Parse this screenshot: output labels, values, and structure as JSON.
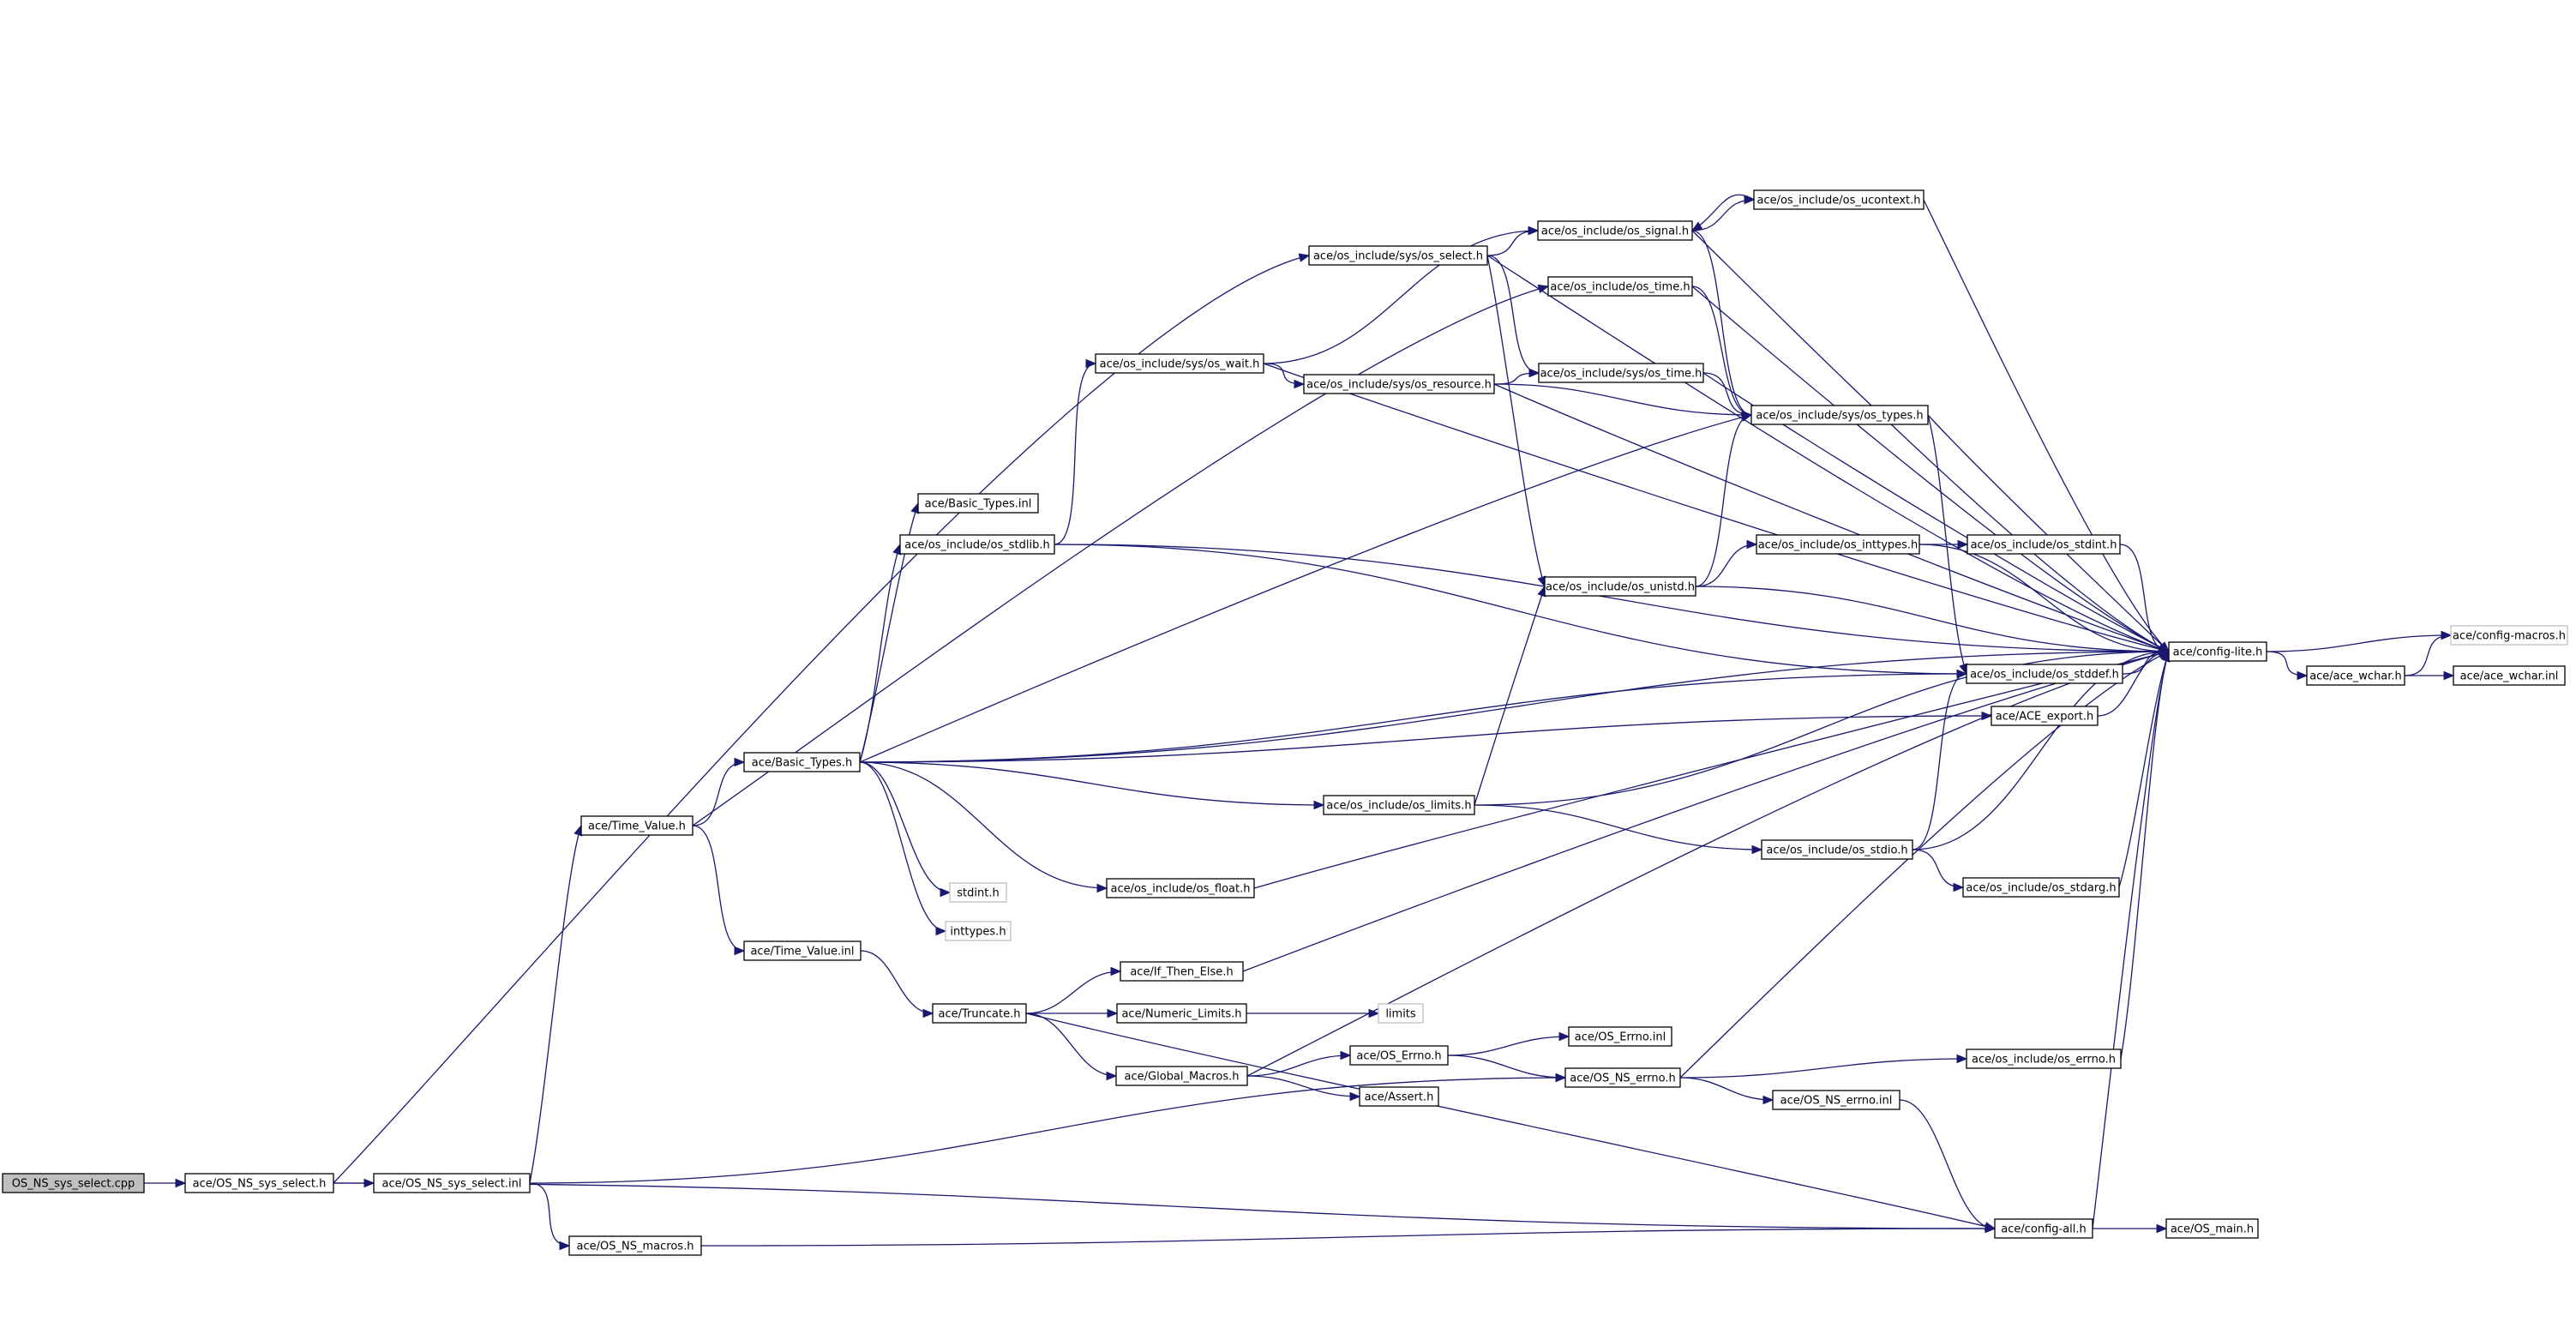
{
  "diagram": {
    "type": "include-dependency-graph",
    "colors": {
      "edge": "#191970",
      "root_fill": "#bfbfbf",
      "node_fill": "#ffffff",
      "node_border": "#000000",
      "external_border": "#bfbfbf"
    },
    "nodes": [
      {
        "id": "os_ns_sys_select_cpp",
        "label": "OS_NS_sys_select.cpp",
        "kind": "root"
      },
      {
        "id": "os_ns_sys_select_h",
        "label": "ace/OS_NS_sys_select.h",
        "kind": "normal"
      },
      {
        "id": "os_ns_sys_select_inl",
        "label": "ace/OS_NS_sys_select.inl",
        "kind": "normal"
      },
      {
        "id": "os_ns_macros_h",
        "label": "ace/OS_NS_macros.h",
        "kind": "normal"
      },
      {
        "id": "time_value_h",
        "label": "ace/Time_Value.h",
        "kind": "normal"
      },
      {
        "id": "basic_types_h",
        "label": "ace/Basic_Types.h",
        "kind": "normal"
      },
      {
        "id": "time_value_inl",
        "label": "ace/Time_Value.inl",
        "kind": "normal"
      },
      {
        "id": "truncate_h",
        "label": "ace/Truncate.h",
        "kind": "normal"
      },
      {
        "id": "basic_types_inl",
        "label": "ace/Basic_Types.inl",
        "kind": "normal"
      },
      {
        "id": "os_stdlib_h",
        "label": "ace/os_include/os_stdlib.h",
        "kind": "normal"
      },
      {
        "id": "stdint_h",
        "label": "stdint.h",
        "kind": "external"
      },
      {
        "id": "inttypes_h",
        "label": "inttypes.h",
        "kind": "external"
      },
      {
        "id": "os_wait_h",
        "label": "ace/os_include/sys/os_wait.h",
        "kind": "normal"
      },
      {
        "id": "os_select_h",
        "label": "ace/os_include/sys/os_select.h",
        "kind": "normal"
      },
      {
        "id": "os_resource_h",
        "label": "ace/os_include/sys/os_resource.h",
        "kind": "normal"
      },
      {
        "id": "os_float_h",
        "label": "ace/os_include/os_float.h",
        "kind": "normal"
      },
      {
        "id": "os_limits_h",
        "label": "ace/os_include/os_limits.h",
        "kind": "normal"
      },
      {
        "id": "if_then_else_h",
        "label": "ace/If_Then_Else.h",
        "kind": "normal"
      },
      {
        "id": "numeric_limits_h",
        "label": "ace/Numeric_Limits.h",
        "kind": "normal"
      },
      {
        "id": "global_macros_h",
        "label": "ace/Global_Macros.h",
        "kind": "normal"
      },
      {
        "id": "limits",
        "label": "limits",
        "kind": "external"
      },
      {
        "id": "os_errno_h",
        "label": "ace/OS_Errno.h",
        "kind": "normal"
      },
      {
        "id": "assert_h",
        "label": "ace/Assert.h",
        "kind": "normal"
      },
      {
        "id": "os_signal_h",
        "label": "ace/os_include/os_signal.h",
        "kind": "normal"
      },
      {
        "id": "os_time_h",
        "label": "ace/os_include/os_time.h",
        "kind": "normal"
      },
      {
        "id": "sys_os_time_h",
        "label": "ace/os_include/sys/os_time.h",
        "kind": "normal"
      },
      {
        "id": "os_unistd_h",
        "label": "ace/os_include/os_unistd.h",
        "kind": "normal"
      },
      {
        "id": "os_errno_inl",
        "label": "ace/OS_Errno.inl",
        "kind": "normal"
      },
      {
        "id": "os_ns_errno_h",
        "label": "ace/OS_NS_errno.h",
        "kind": "normal"
      },
      {
        "id": "os_ucontext_h",
        "label": "ace/os_include/os_ucontext.h",
        "kind": "normal"
      },
      {
        "id": "os_types_h",
        "label": "ace/os_include/sys/os_types.h",
        "kind": "normal"
      },
      {
        "id": "os_inttypes_h",
        "label": "ace/os_include/os_inttypes.h",
        "kind": "normal"
      },
      {
        "id": "os_stdio_h",
        "label": "ace/os_include/os_stdio.h",
        "kind": "normal"
      },
      {
        "id": "os_ns_errno_inl",
        "label": "ace/OS_NS_errno.inl",
        "kind": "normal"
      },
      {
        "id": "os_stdint_h",
        "label": "ace/os_include/os_stdint.h",
        "kind": "normal"
      },
      {
        "id": "os_stddef_h",
        "label": "ace/os_include/os_stddef.h",
        "kind": "normal"
      },
      {
        "id": "ace_export_h",
        "label": "ace/ACE_export.h",
        "kind": "normal"
      },
      {
        "id": "os_stdarg_h",
        "label": "ace/os_include/os_stdarg.h",
        "kind": "normal"
      },
      {
        "id": "os_include_errno_h",
        "label": "ace/os_include/os_errno.h",
        "kind": "normal"
      },
      {
        "id": "config_all_h",
        "label": "ace/config-all.h",
        "kind": "normal"
      },
      {
        "id": "config_lite_h",
        "label": "ace/config-lite.h",
        "kind": "normal"
      },
      {
        "id": "os_main_h",
        "label": "ace/OS_main.h",
        "kind": "normal"
      },
      {
        "id": "config_macros_h",
        "label": "ace/config-macros.h",
        "kind": "external"
      },
      {
        "id": "ace_wchar_h",
        "label": "ace/ace_wchar.h",
        "kind": "normal"
      },
      {
        "id": "ace_wchar_inl",
        "label": "ace/ace_wchar.inl",
        "kind": "normal"
      }
    ],
    "edges": [
      [
        "os_ns_sys_select_cpp",
        "os_ns_sys_select_h"
      ],
      [
        "os_ns_sys_select_h",
        "os_ns_sys_select_inl"
      ],
      [
        "os_ns_sys_select_h",
        "os_select_h"
      ],
      [
        "os_ns_sys_select_h",
        "config_all_h"
      ],
      [
        "os_ns_sys_select_inl",
        "time_value_h"
      ],
      [
        "os_ns_sys_select_inl",
        "os_ns_macros_h"
      ],
      [
        "os_ns_sys_select_inl",
        "os_ns_errno_h"
      ],
      [
        "os_ns_macros_h",
        "config_all_h"
      ],
      [
        "time_value_h",
        "basic_types_h"
      ],
      [
        "time_value_h",
        "time_value_inl"
      ],
      [
        "time_value_h",
        "os_time_h"
      ],
      [
        "time_value_inl",
        "truncate_h"
      ],
      [
        "basic_types_h",
        "basic_types_inl"
      ],
      [
        "basic_types_h",
        "os_stdlib_h"
      ],
      [
        "basic_types_h",
        "os_types_h"
      ],
      [
        "basic_types_h",
        "os_stddef_h"
      ],
      [
        "basic_types_h",
        "ace_export_h"
      ],
      [
        "basic_types_h",
        "config_lite_h"
      ],
      [
        "basic_types_h",
        "os_limits_h"
      ],
      [
        "basic_types_h",
        "os_float_h"
      ],
      [
        "basic_types_h",
        "stdint_h"
      ],
      [
        "basic_types_h",
        "inttypes_h"
      ],
      [
        "os_stdlib_h",
        "os_wait_h"
      ],
      [
        "os_stdlib_h",
        "config_lite_h"
      ],
      [
        "os_stdlib_h",
        "os_stddef_h"
      ],
      [
        "os_wait_h",
        "os_signal_h"
      ],
      [
        "os_wait_h",
        "os_resource_h"
      ],
      [
        "os_wait_h",
        "config_lite_h"
      ],
      [
        "os_select_h",
        "os_signal_h"
      ],
      [
        "os_select_h",
        "sys_os_time_h"
      ],
      [
        "os_select_h",
        "os_unistd_h"
      ],
      [
        "os_select_h",
        "config_lite_h"
      ],
      [
        "os_resource_h",
        "sys_os_time_h"
      ],
      [
        "os_resource_h",
        "os_types_h"
      ],
      [
        "os_resource_h",
        "config_lite_h"
      ],
      [
        "os_signal_h",
        "os_ucontext_h"
      ],
      [
        "os_signal_h",
        "os_types_h"
      ],
      [
        "os_signal_h",
        "config_lite_h"
      ],
      [
        "os_ucontext_h",
        "os_signal_h"
      ],
      [
        "os_ucontext_h",
        "config_lite_h"
      ],
      [
        "os_time_h",
        "os_types_h"
      ],
      [
        "os_time_h",
        "config_lite_h"
      ],
      [
        "sys_os_time_h",
        "os_types_h"
      ],
      [
        "sys_os_time_h",
        "config_lite_h"
      ],
      [
        "os_types_h",
        "config_lite_h"
      ],
      [
        "os_types_h",
        "os_stddef_h"
      ],
      [
        "os_unistd_h",
        "os_types_h"
      ],
      [
        "os_unistd_h",
        "os_inttypes_h"
      ],
      [
        "os_unistd_h",
        "config_lite_h"
      ],
      [
        "os_inttypes_h",
        "os_stdint_h"
      ],
      [
        "os_inttypes_h",
        "config_lite_h"
      ],
      [
        "os_stdint_h",
        "config_lite_h"
      ],
      [
        "os_stddef_h",
        "config_lite_h"
      ],
      [
        "ace_export_h",
        "config_lite_h"
      ],
      [
        "os_limits_h",
        "os_unistd_h"
      ],
      [
        "os_limits_h",
        "os_stdio_h"
      ],
      [
        "os_limits_h",
        "config_lite_h"
      ],
      [
        "os_stdio_h",
        "os_stddef_h"
      ],
      [
        "os_stdio_h",
        "os_stdarg_h"
      ],
      [
        "os_stdio_h",
        "config_lite_h"
      ],
      [
        "os_stdarg_h",
        "config_lite_h"
      ],
      [
        "os_float_h",
        "config_lite_h"
      ],
      [
        "truncate_h",
        "if_then_else_h"
      ],
      [
        "truncate_h",
        "numeric_limits_h"
      ],
      [
        "truncate_h",
        "global_macros_h"
      ],
      [
        "truncate_h",
        "config_all_h"
      ],
      [
        "if_then_else_h",
        "config_lite_h"
      ],
      [
        "numeric_limits_h",
        "limits"
      ],
      [
        "global_macros_h",
        "os_errno_h"
      ],
      [
        "global_macros_h",
        "assert_h"
      ],
      [
        "global_macros_h",
        "config_lite_h"
      ],
      [
        "os_errno_h",
        "os_errno_inl"
      ],
      [
        "os_errno_h",
        "os_ns_errno_h"
      ],
      [
        "os_ns_errno_h",
        "os_include_errno_h"
      ],
      [
        "os_ns_errno_h",
        "os_ns_errno_inl"
      ],
      [
        "os_ns_errno_h",
        "config_lite_h"
      ],
      [
        "os_include_errno_h",
        "config_lite_h"
      ],
      [
        "os_ns_errno_inl",
        "config_all_h"
      ],
      [
        "config_all_h",
        "config_lite_h"
      ],
      [
        "config_all_h",
        "os_main_h"
      ],
      [
        "config_lite_h",
        "config_macros_h"
      ],
      [
        "config_lite_h",
        "ace_wchar_h"
      ],
      [
        "ace_wchar_h",
        "config_macros_h"
      ],
      [
        "ace_wchar_h",
        "ace_wchar_inl"
      ]
    ]
  }
}
